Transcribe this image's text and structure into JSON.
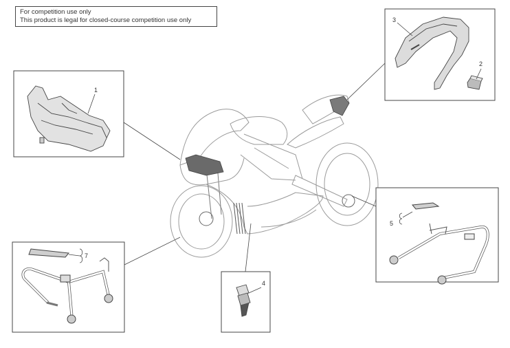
{
  "notice": {
    "line1": "For competition use only",
    "line2": "This product is legal for closed-course competition use only"
  },
  "callouts": {
    "c1": "1",
    "c2": "2",
    "c3": "3",
    "c4": "4",
    "c5": "5",
    "c7": "7"
  },
  "colors": {
    "line": "#444444",
    "part_fill": "#dddddd",
    "part_dark": "#8a8a8a",
    "bike_line": "#9a9a9a"
  }
}
